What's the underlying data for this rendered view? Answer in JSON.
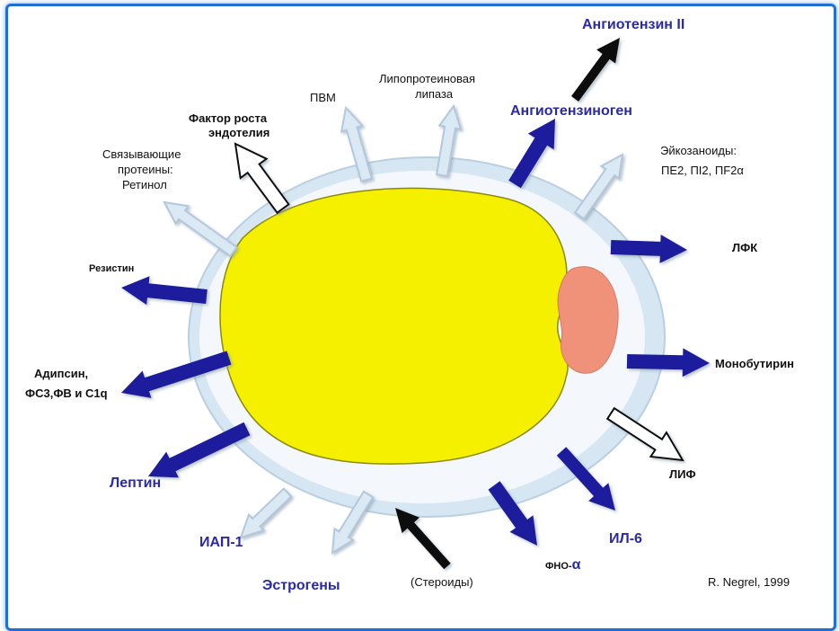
{
  "labels": {
    "angiotensin2": "Ангиотензин II",
    "angiotensinogen": "Ангиотензиноген",
    "lipoprotein_lipase_1": "Липопротеиновая",
    "lipoprotein_lipase_2": "липаза",
    "pvm": "ПВМ",
    "growth_factor_1": "Фактор роста",
    "growth_factor_2": "эндотелия",
    "binding_proteins_1": "Связывающие",
    "binding_proteins_2": "протеины:",
    "binding_proteins_3": "Ретинол",
    "resistin": "Резистин",
    "adipsin_1": "Адипсин,",
    "adipsin_2": "ФС3,ФВ и С1q",
    "leptin": "Лептин",
    "iap1": "ИАП-1",
    "estrogens": "Эстрогены",
    "steroids": "(Стероиды)",
    "tnf": "ФНО-",
    "alpha": "α",
    "il6": "ИЛ-6",
    "lif": "ЛИФ",
    "monobutyrin": "Монобутирин",
    "lfk": "ЛФК",
    "eicosanoids_1": "Эйкозаноиды:",
    "eicosanoids_2": "ПЕ2, ПI2, ПF2α",
    "credit": "R. Negrel, 1999"
  },
  "colors": {
    "frame": "#1f6fd6",
    "cell_membrane": "#d6e6f2",
    "lipid_droplet": "#f5f000",
    "nucleus": "#f0917a",
    "arrow_dark_blue": "#1c1c9c",
    "arrow_light_blue": "#dbe9f5",
    "arrow_black": "#111111",
    "label_blue": "#2a2aa8"
  }
}
